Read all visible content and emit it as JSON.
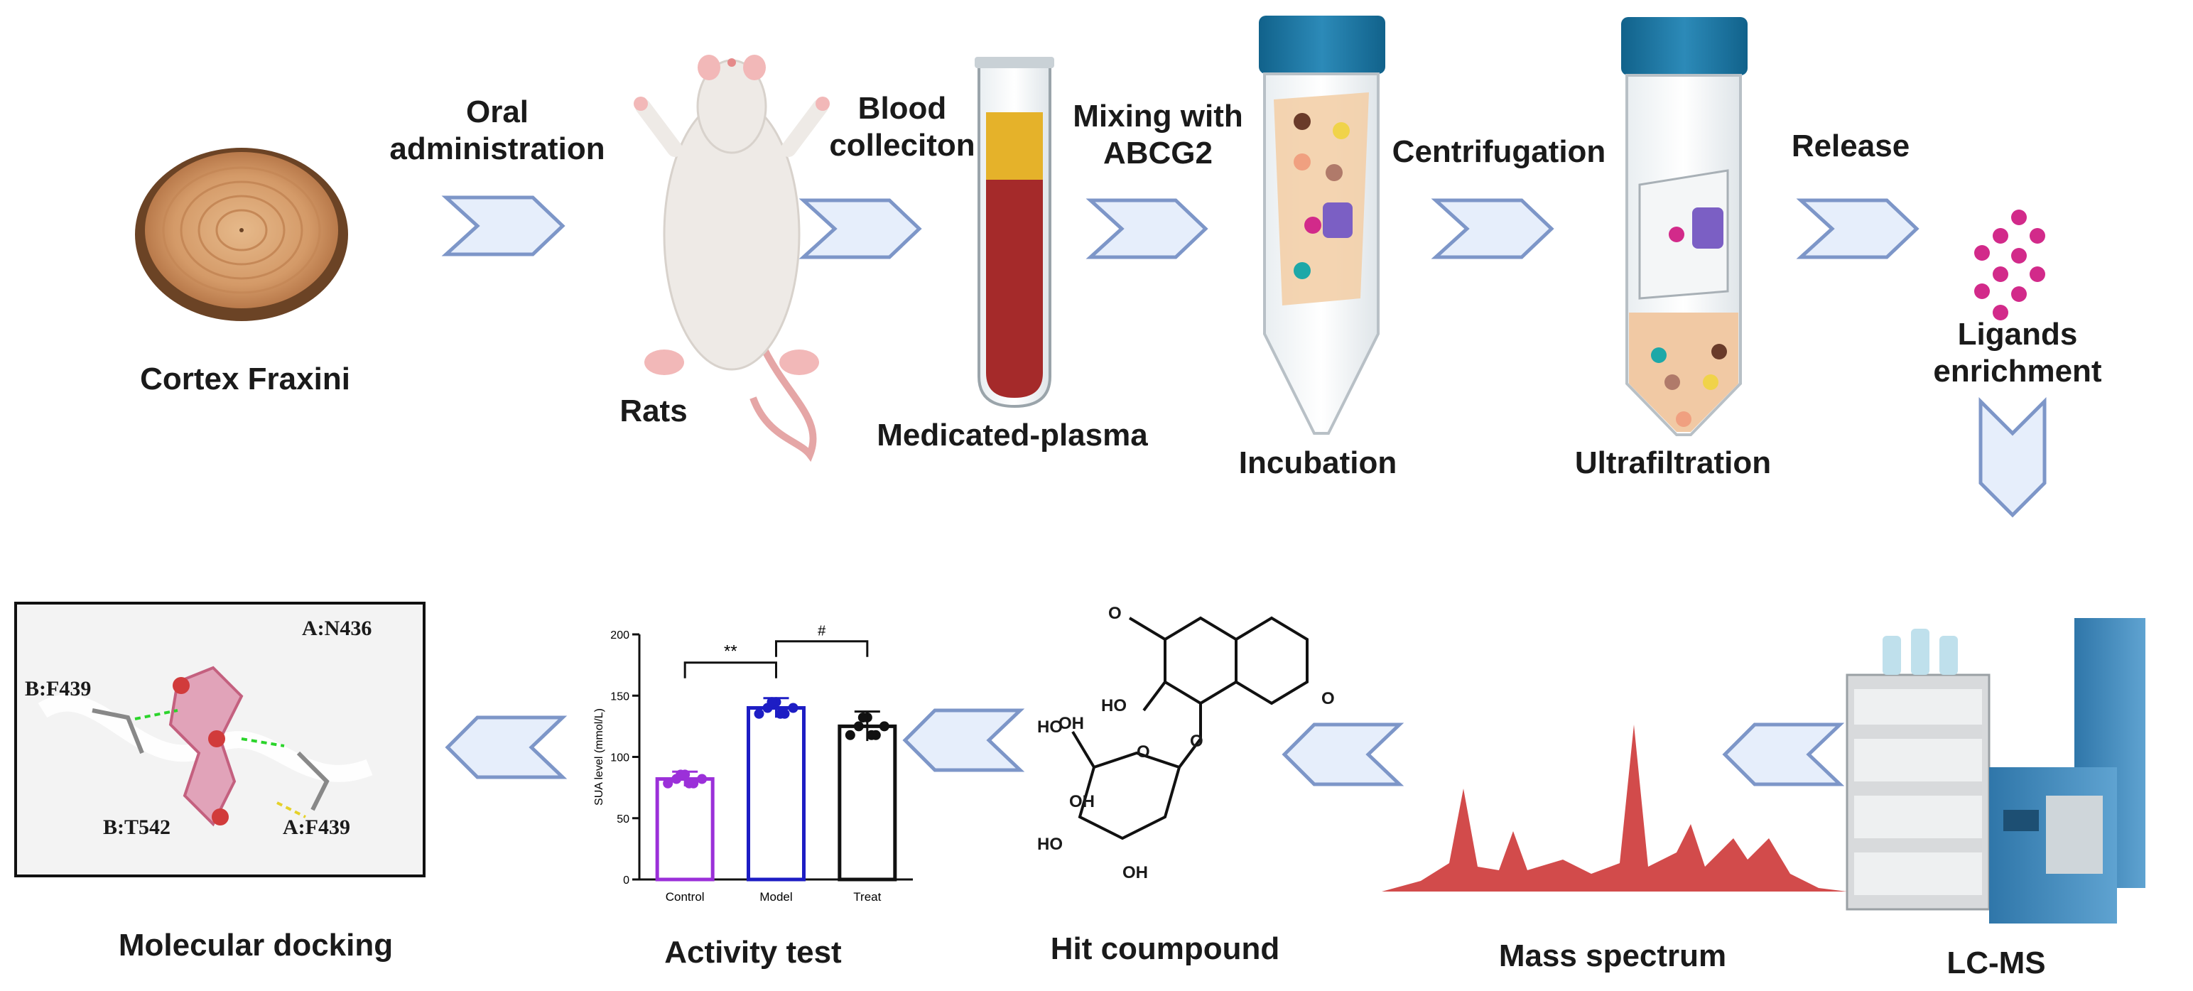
{
  "steps": {
    "cortex": "Cortex Fraxini",
    "oral": "Oral\nadministration",
    "rats": "Rats",
    "blood": "Blood\ncolleciton",
    "plasma": "Medicated-plasma",
    "mixing": "Mixing with\nABCG2",
    "incubation": "Incubation",
    "centrifugation": "Centrifugation",
    "ultrafiltration": "Ultrafiltration",
    "release": "Release",
    "ligands": "Ligands\nenrichment",
    "lcms": "LC-MS",
    "mass": "Mass spectrum",
    "hit": "Hit coumpound",
    "activity": "Activity test",
    "docking": "Molecular docking"
  },
  "docking_labels": [
    "A:N436",
    "B:F439",
    "B:T542",
    "A:F439"
  ],
  "molecule_labels": [
    "HO",
    "O",
    "O",
    "O",
    "OH",
    "HO",
    "OH",
    "HO",
    "OH",
    "O"
  ],
  "chart_data": {
    "type": "bar",
    "categories": [
      "Control",
      "Model",
      "Treat"
    ],
    "values": [
      82,
      140,
      125
    ],
    "errors": [
      6,
      8,
      12
    ],
    "ylabel": "SUA level (mmol/L)",
    "ylim": [
      0,
      200
    ],
    "yticks": [
      0,
      50,
      100,
      150,
      200
    ],
    "significance": [
      "**",
      "#"
    ],
    "colors": [
      "#9b30d9",
      "#1d1dc4",
      "#111111"
    ]
  },
  "colors": {
    "arrow_fill": "#e6eefb",
    "arrow_stroke": "#7d96c8",
    "spectrum": "#d24b4b",
    "ligand": "#d22a8a",
    "cap": "#1a6f9c"
  }
}
